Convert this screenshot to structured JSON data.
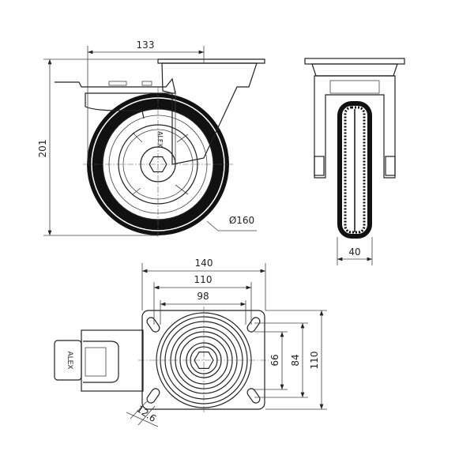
{
  "title": "Swivel castor with brake – technical drawing",
  "front_view": {
    "width_dim": "133",
    "height_dim": "201",
    "wheel_diameter": "Ø160",
    "logo": "ALEX"
  },
  "side_view": {
    "wheel_width": "40"
  },
  "top_view": {
    "plate_width": "140",
    "hole_spacing_outer": "110",
    "hole_spacing_inner": "98",
    "hole_spacing_vert_inner": "66",
    "hole_spacing_vert_outer": "84",
    "plate_height": "110",
    "slot_width": "12.6",
    "brake_logo": "ALEX"
  },
  "colors": {
    "line": "#222222",
    "tire": "#111111"
  }
}
